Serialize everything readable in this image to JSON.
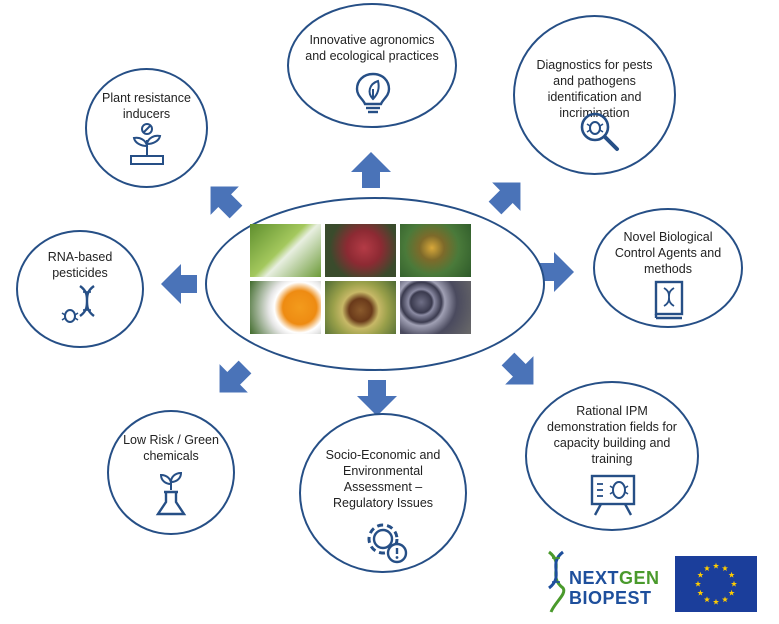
{
  "nodes": {
    "innovative": "Innovative agronomics and ecological practices",
    "diagnostics": "Diagnostics for pests and pathogens identification and incrimination",
    "plant_resistance": "Plant resistance inducers",
    "novel_bca": "Novel Biological Control Agents and methods",
    "rna": "RNA-based pesticides",
    "low_risk": "Low Risk / Green chemicals",
    "socio": "Socio-Economic and Environmental Assessment – Regulatory Issues",
    "ipm": "Rational IPM demonstration fields for capacity building and training"
  },
  "logo": {
    "part1_a": "NEXT",
    "part1_b": "GEN",
    "part2": "BIOPEST"
  },
  "colors": {
    "outline": "#264f86",
    "arrow": "#4a73b8",
    "logo_blue": "#1e4f9c",
    "logo_green": "#4a9a2c",
    "eu_blue": "#1b3e9b",
    "eu_star": "#ffcc00"
  },
  "icons": {
    "innovative": "lightbulb-leaf-icon",
    "diagnostics": "magnifier-bug-icon",
    "plant_resistance": "sprout-icon",
    "novel_bca": "book-dna-icon",
    "rna": "dna-bug-icon",
    "low_risk": "flask-plant-icon",
    "socio": "gear-alert-icon",
    "ipm": "board-bug-icon"
  }
}
